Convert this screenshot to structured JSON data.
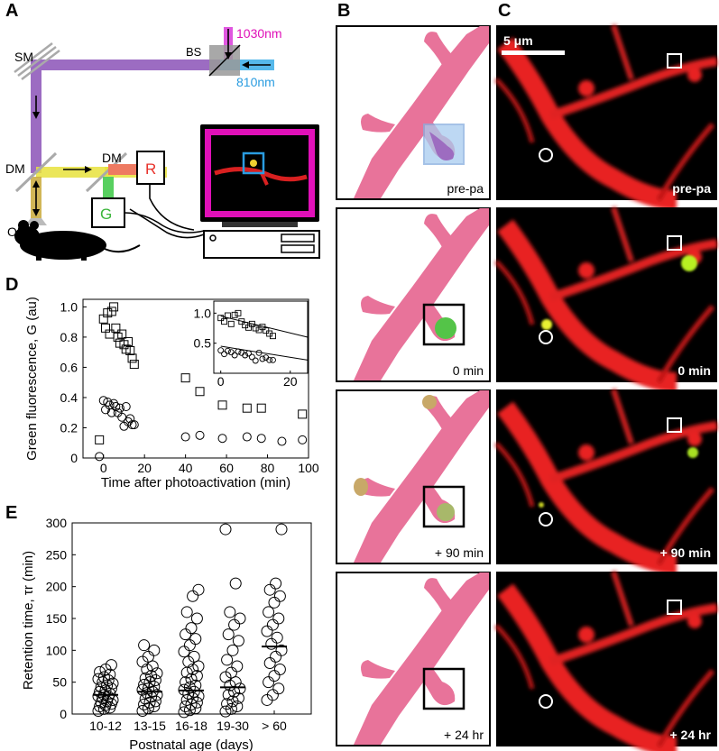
{
  "panels": {
    "A": "A",
    "B": "B",
    "C": "C",
    "D": "D",
    "E": "E"
  },
  "schematic": {
    "sm": "SM",
    "bs": "BS",
    "dm1": "DM",
    "dm2": "DM",
    "ob": "OB",
    "r": "R",
    "g": "G",
    "laser_pink": "1030nm",
    "laser_blue": "810nm"
  },
  "panelB": {
    "labels": [
      "pre-pa",
      "0 min",
      "+ 90 min",
      "+ 24 hr"
    ]
  },
  "panelC": {
    "scalebar": "5 μm",
    "labels": [
      "pre-pa",
      "0 min",
      "+ 90 min",
      "+ 24 hr"
    ]
  },
  "colors": {
    "dendrite": "#e8739a",
    "green": "#54c448",
    "blue_box": "#a8cbef",
    "magenta": "#e010b8",
    "yellow": "#e8d23c",
    "red": "#e8312a"
  },
  "chart_data": [
    {
      "type": "scatter",
      "panel": "D",
      "xlabel": "Time after photoactivation (min)",
      "ylabel": "Green fluorescence, G (au)",
      "xlim": [
        -10,
        100
      ],
      "ylim": [
        0,
        1.05
      ],
      "xticks": [
        "0",
        "20",
        "40",
        "60",
        "80",
        "100"
      ],
      "yticks": [
        "0",
        "0.2",
        "0.4",
        "0.6",
        "0.8",
        "1.0"
      ],
      "series": [
        {
          "marker": "square",
          "x": [
            -2,
            0,
            1,
            2,
            3,
            4,
            5,
            6,
            7,
            8,
            9,
            10,
            11,
            12,
            13,
            14,
            15,
            40,
            47,
            58,
            70,
            77,
            97
          ],
          "y": [
            0.12,
            0.92,
            0.86,
            0.96,
            0.82,
            0.97,
            1.0,
            0.86,
            0.8,
            0.76,
            0.82,
            0.75,
            0.72,
            0.77,
            0.71,
            0.66,
            0.62,
            0.53,
            0.44,
            0.35,
            0.33,
            0.33,
            0.29
          ]
        },
        {
          "marker": "circle",
          "x": [
            -2,
            0,
            1,
            2,
            3,
            4,
            5,
            6,
            7,
            8,
            9,
            10,
            11,
            12,
            13,
            14,
            15,
            40,
            47,
            58,
            70,
            77,
            87,
            97
          ],
          "y": [
            0.01,
            0.38,
            0.32,
            0.37,
            0.35,
            0.3,
            0.36,
            0.34,
            0.3,
            0.33,
            0.27,
            0.21,
            0.34,
            0.24,
            0.26,
            0.22,
            0.22,
            0.14,
            0.15,
            0.13,
            0.14,
            0.13,
            0.11,
            0.12
          ]
        }
      ],
      "inset": {
        "xlim": [
          -2,
          25
        ],
        "ylim": [
          0,
          1.2
        ],
        "xticks": [
          "0",
          "20"
        ],
        "yticks": [
          "0.5",
          "1.0"
        ],
        "fit_lines": [
          {
            "x": [
              0,
              25
            ],
            "y": [
              0.95,
              0.6
            ]
          },
          {
            "x": [
              0,
              25
            ],
            "y": [
              0.45,
              0.22
            ]
          }
        ]
      }
    },
    {
      "type": "scatter",
      "panel": "E",
      "xlabel": "Postnatal age (days)",
      "ylabel": "Retention time, τr (min)",
      "categories": [
        "10-12",
        "13-15",
        "16-18",
        "19-30",
        "> 60"
      ],
      "ylim": [
        0,
        300
      ],
      "yticks": [
        "0",
        "50",
        "100",
        "150",
        "200",
        "250",
        "300"
      ],
      "medians": [
        30,
        35,
        37,
        42,
        106
      ],
      "values": [
        [
          5,
          8,
          10,
          12,
          14,
          16,
          18,
          20,
          22,
          25,
          27,
          28,
          30,
          32,
          35,
          37,
          40,
          42,
          45,
          48,
          50,
          53,
          55,
          58,
          62,
          66,
          70,
          77
        ],
        [
          5,
          9,
          12,
          15,
          18,
          20,
          24,
          27,
          30,
          33,
          35,
          38,
          40,
          43,
          46,
          50,
          53,
          56,
          60,
          64,
          70,
          75,
          82,
          90,
          100,
          108
        ],
        [
          3,
          6,
          9,
          12,
          15,
          18,
          22,
          25,
          28,
          32,
          35,
          38,
          42,
          45,
          50,
          55,
          60,
          65,
          70,
          75,
          82,
          90,
          98,
          108,
          118,
          125,
          135,
          150,
          160,
          185,
          195
        ],
        [
          4,
          8,
          12,
          16,
          20,
          25,
          30,
          35,
          40,
          45,
          50,
          58,
          65,
          75,
          85,
          100,
          115,
          125,
          140,
          150,
          160,
          205,
          290
        ],
        [
          22,
          30,
          40,
          50,
          60,
          70,
          80,
          90,
          100,
          110,
          120,
          130,
          140,
          150,
          160,
          175,
          185,
          195,
          205,
          290
        ]
      ]
    }
  ]
}
